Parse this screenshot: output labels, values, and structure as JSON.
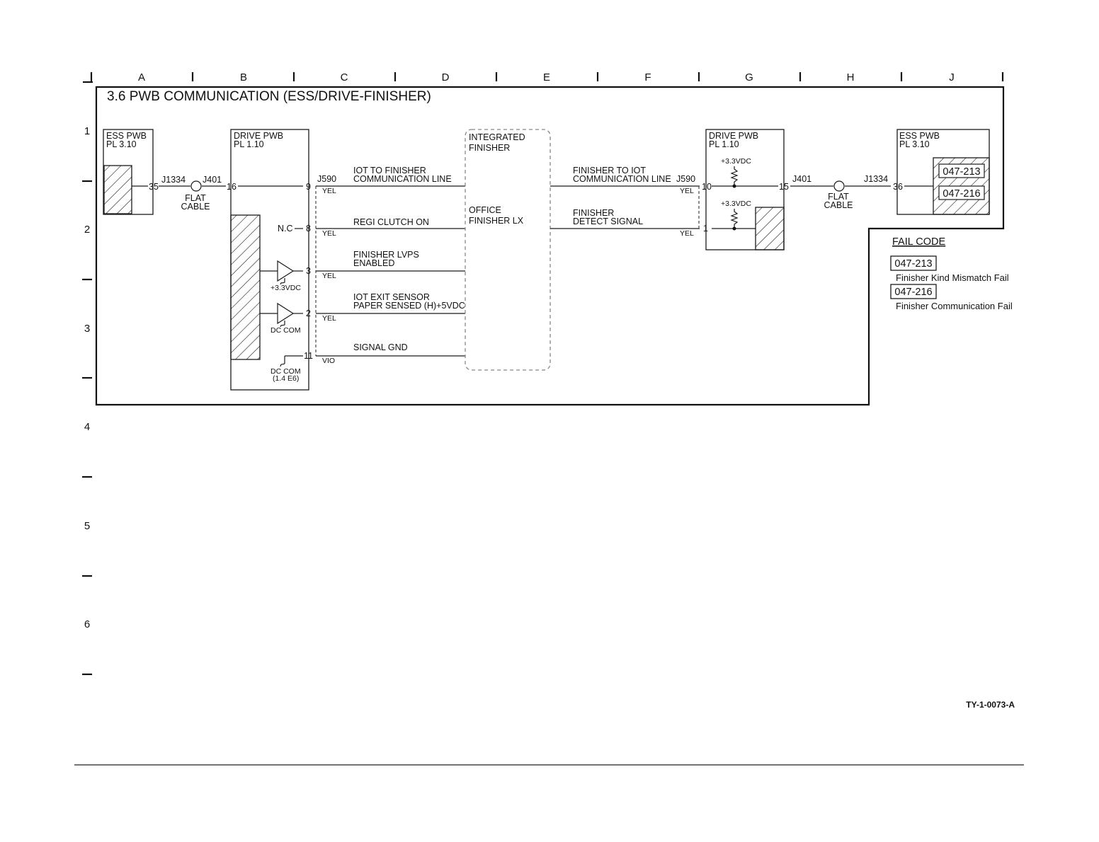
{
  "grid": {
    "columns": [
      "A",
      "B",
      "C",
      "D",
      "E",
      "F",
      "G",
      "H",
      "J"
    ],
    "rows": [
      "1",
      "2",
      "3",
      "4",
      "5",
      "6"
    ]
  },
  "title": "3.6 PWB COMMUNICATION (ESS/DRIVE-FINISHER)",
  "left": {
    "ess_pwb": {
      "name": "ESS PWB",
      "pl": "PL 3.10",
      "pin": "35",
      "connector": "J1334"
    },
    "flat_cable": {
      "line1": "FLAT",
      "line2": "CABLE"
    },
    "drive_pwb": {
      "name": "DRIVE PWB",
      "pl": "PL 1.10",
      "j401": "J401",
      "j401_pin": "16",
      "j590": "J590",
      "nc": "N.C",
      "vdc_label": "+3.3VDC",
      "dccom_label": "DC COM",
      "dccom_label2": "DC COM",
      "dccom_ref": "(1.4 E6)"
    }
  },
  "signals_left": [
    {
      "pin": "9",
      "color": "YEL",
      "line1": "IOT TO FINISHER",
      "line2": "COMMUNICATION LINE"
    },
    {
      "pin": "8",
      "color": "YEL",
      "line1": "REGI CLUTCH ON",
      "line2": ""
    },
    {
      "pin": "3",
      "color": "YEL",
      "line1": "FINISHER LVPS",
      "line2": "ENABLED"
    },
    {
      "pin": "2",
      "color": "YEL",
      "line1": "IOT EXIT SENSOR",
      "line2": "PAPER SENSED (H)+5VDC"
    },
    {
      "pin": "11",
      "color": "VIO",
      "line1": "SIGNAL GND",
      "line2": ""
    }
  ],
  "finisher": {
    "line1": "INTEGRATED",
    "line2": "FINISHER",
    "line3": "OFFICE",
    "line4": "FINISHER LX"
  },
  "signals_right": [
    {
      "pin": "10",
      "color": "YEL",
      "line1": "FINISHER TO IOT",
      "line2": "COMMUNICATION LINE"
    },
    {
      "pin": "1",
      "color": "YEL",
      "line1": "FINISHER",
      "line2": "DETECT SIGNAL"
    }
  ],
  "right": {
    "drive_pwb": {
      "name": "DRIVE PWB",
      "pl": "PL 1.10",
      "j590": "J590",
      "vdc1": "+3.3VDC",
      "vdc2": "+3.3VDC",
      "pin_out": "15",
      "j401": "J401"
    },
    "flat_cable": {
      "line1": "FLAT",
      "line2": "CABLE"
    },
    "ess_pwb": {
      "name": "ESS PWB",
      "pl": "PL 3.10",
      "connector": "J1334",
      "pin": "36",
      "codes": [
        "047-213",
        "047-216"
      ]
    }
  },
  "fail_code": {
    "heading": "FAIL CODE",
    "items": [
      {
        "code": "047-213",
        "desc": "Finisher Kind Mismatch Fail"
      },
      {
        "code": "047-216",
        "desc": "Finisher Communication Fail"
      }
    ]
  },
  "figure_id": "TY-1-0073-A"
}
